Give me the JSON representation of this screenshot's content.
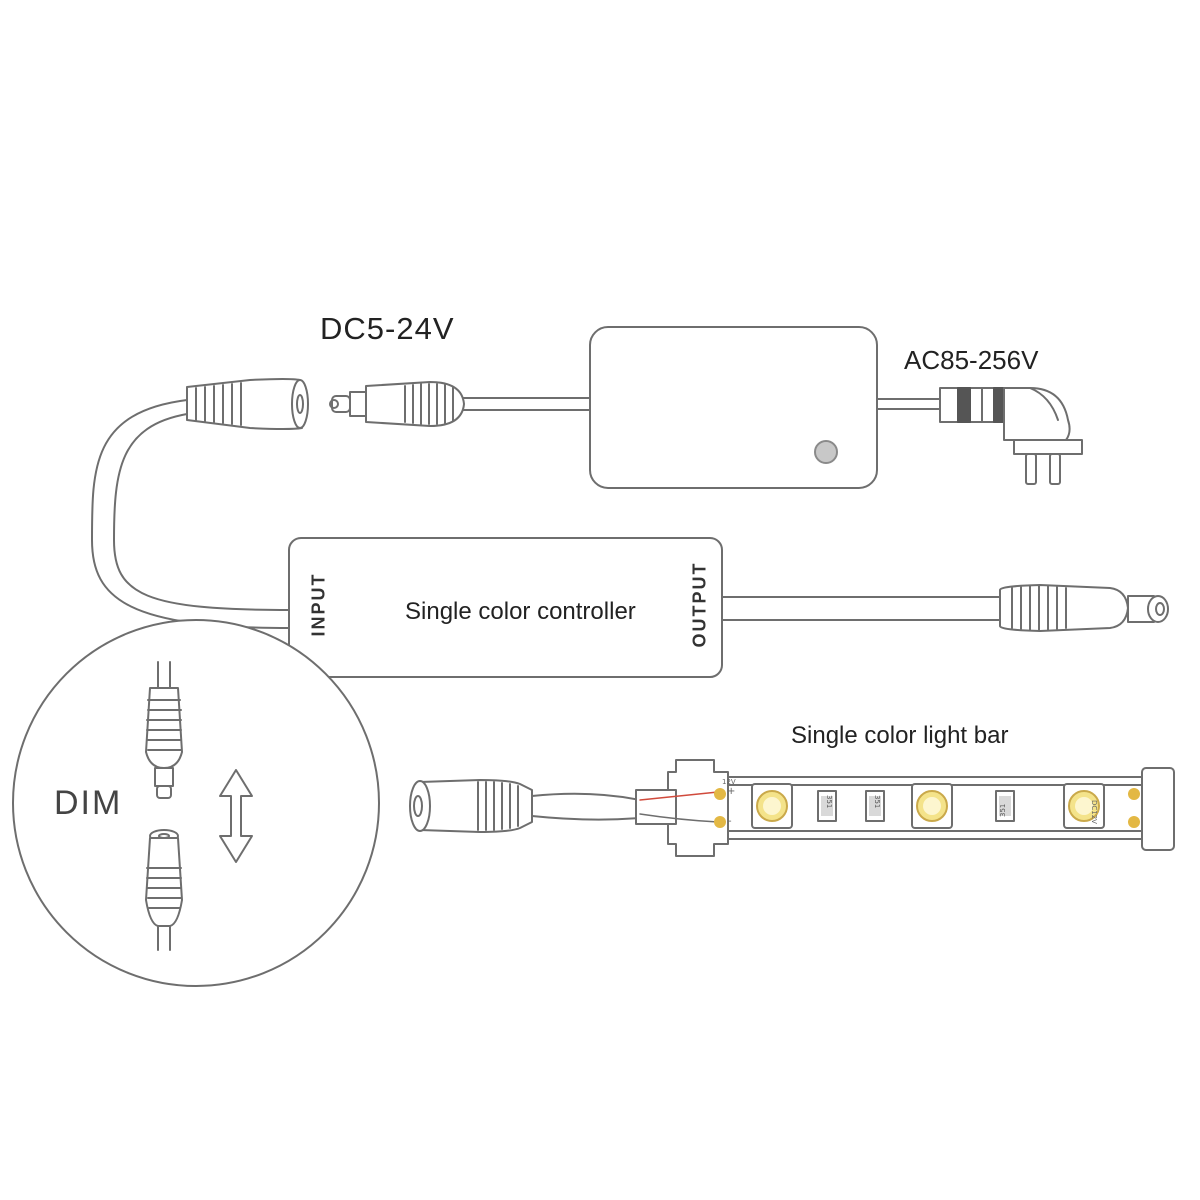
{
  "labels": {
    "dc_voltage": "DC5-24V",
    "ac_voltage": "AC85-256V",
    "controller": "Single color controller",
    "input": "INPUT",
    "output": "OUTPUT",
    "light_bar": "Single color light bar",
    "dim": "DIM",
    "strip_voltage": "12V",
    "strip_plus": "+",
    "strip_minus": "-",
    "strip_end_voltage": "DC12V",
    "resistor_code": "351"
  },
  "colors": {
    "line": "#6e6e6e",
    "led": "#f4e38a",
    "led_core": "#fdf6cf",
    "pad": "#e3b844",
    "wire_red": "#d04a3c"
  }
}
